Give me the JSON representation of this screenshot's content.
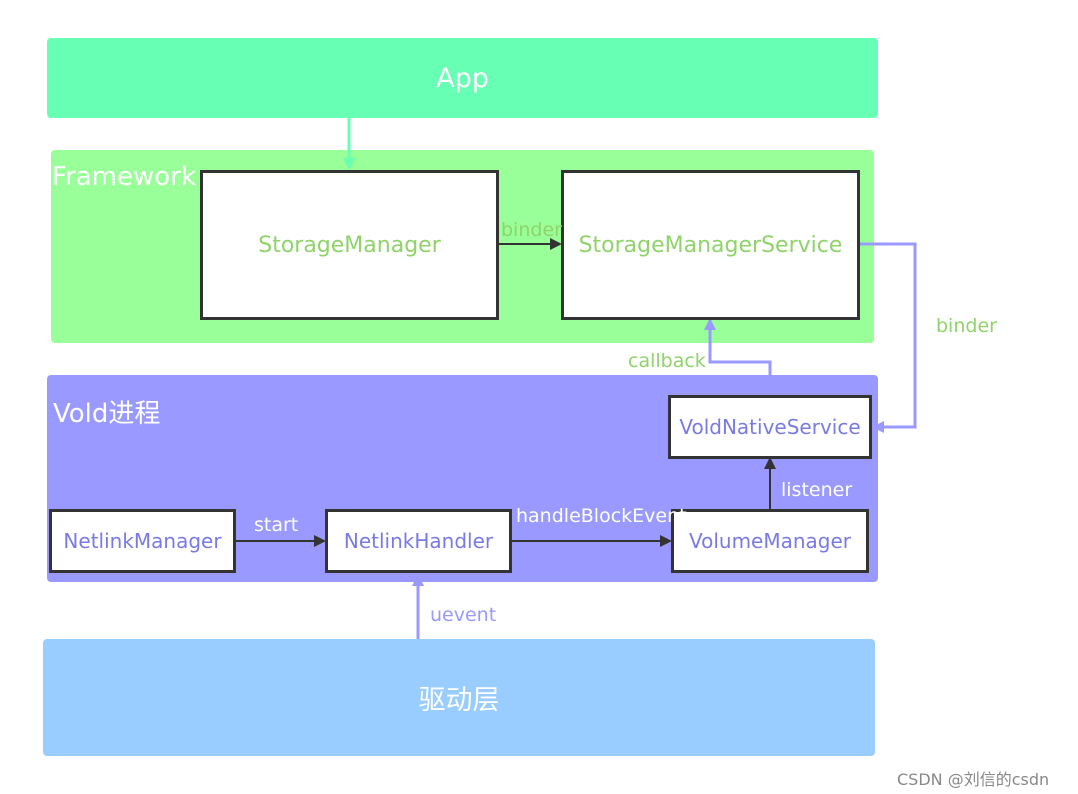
{
  "layers": {
    "app": "App",
    "framework": "Framework",
    "vold": "Vold进程",
    "driver": "驱动层"
  },
  "nodes": {
    "storage_manager": "StorageManager",
    "storage_manager_service": "StorageManagerService",
    "vold_native_service": "VoldNativeService",
    "netlink_manager": "NetlinkManager",
    "netlink_handler": "NetlinkHandler",
    "volume_manager": "VolumeManager"
  },
  "edges": {
    "binder_fw": "binder",
    "binder_right": "binder",
    "callback": "callback",
    "listener": "listener",
    "start": "start",
    "handle_block_event": "handleBlockEvent",
    "uevent": "uevent"
  },
  "colors": {
    "app": "#66ffb3",
    "framework": "#99ff99",
    "vold": "#9999ff",
    "driver": "#99ccff",
    "label_green": "#8fd36a",
    "label_purple": "#9999ff"
  },
  "watermark": "CSDN @刘信的csdn"
}
